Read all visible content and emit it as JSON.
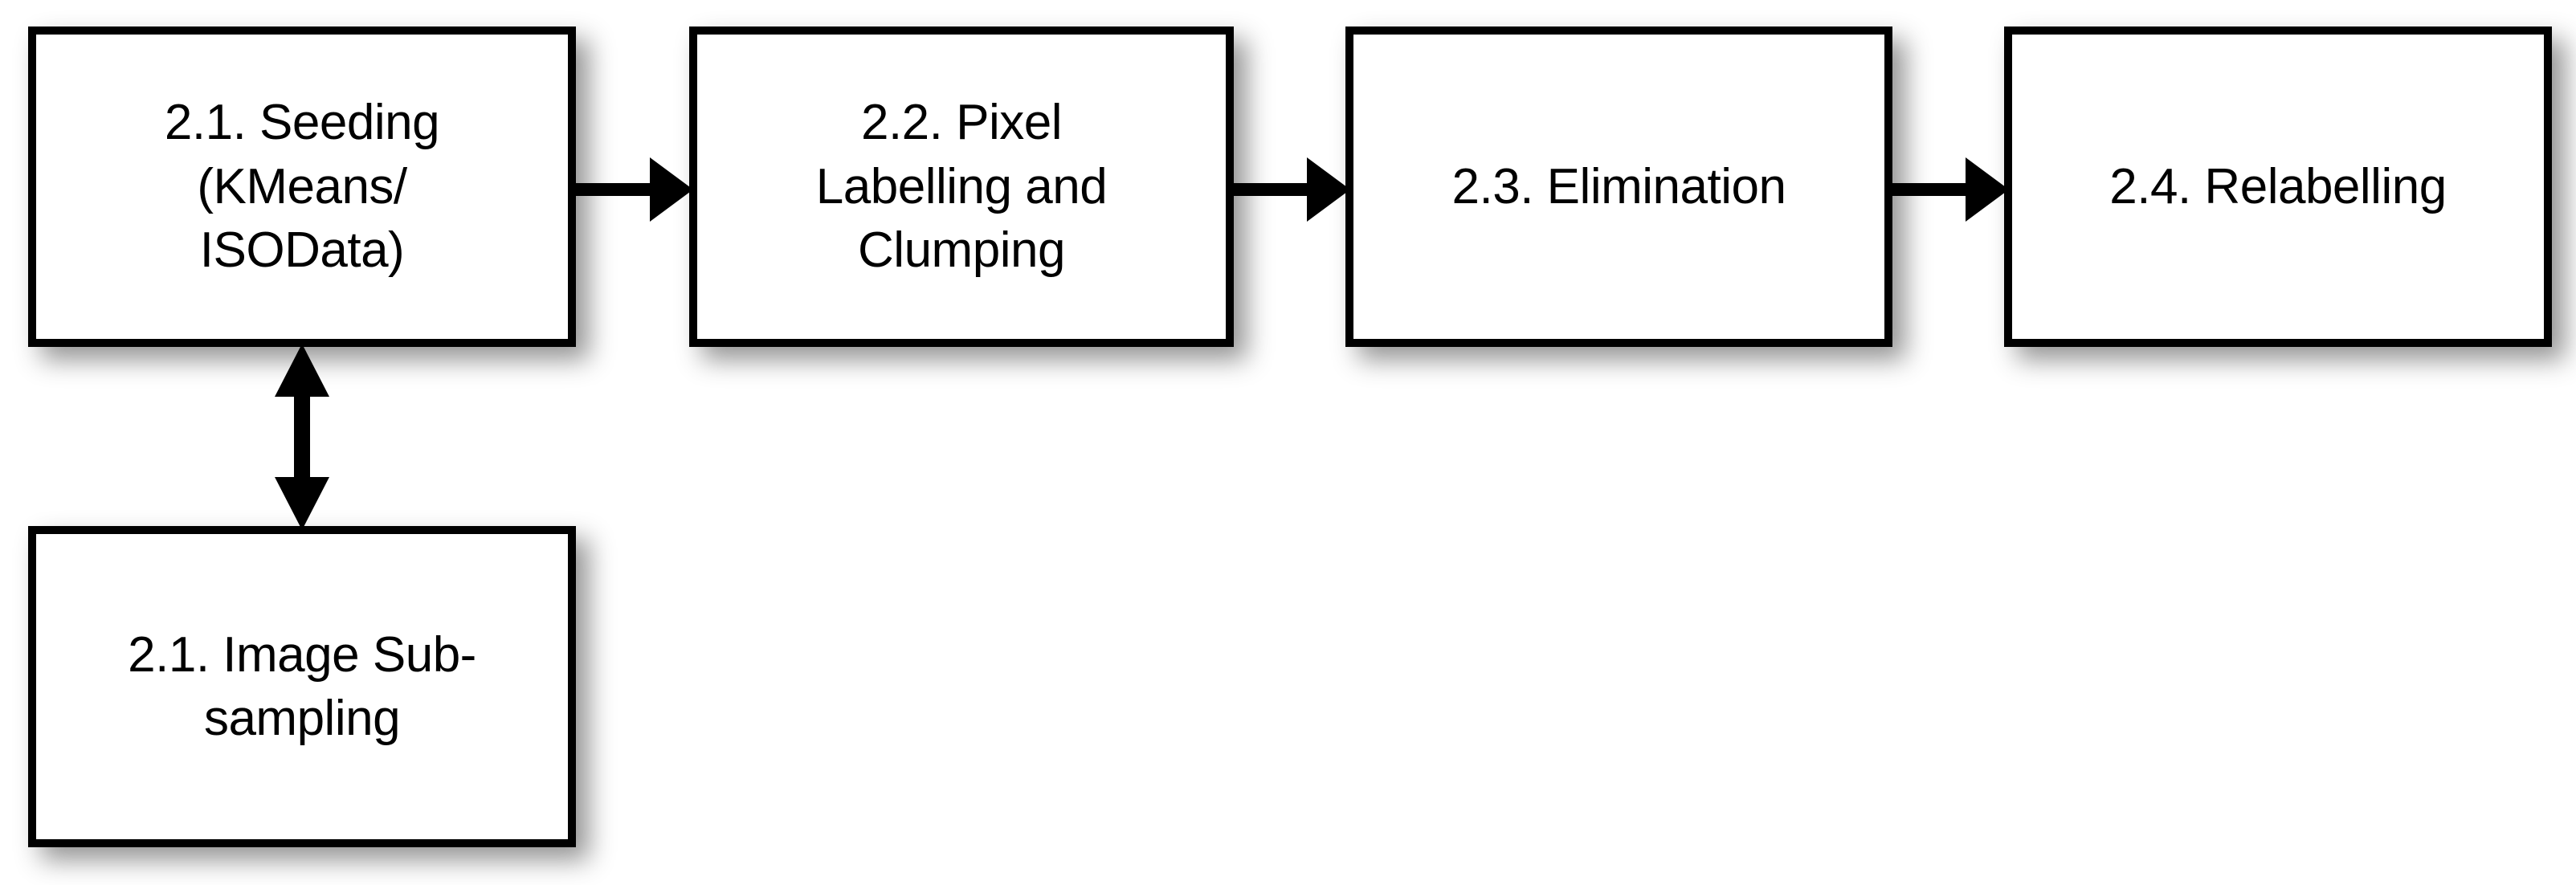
{
  "diagram": {
    "type": "flowchart",
    "orientation": "left-to-right pipeline with one vertical feedback link",
    "nodes": [
      {
        "id": "seeding",
        "label": "2.1. Seeding\n(KMeans/\nISOData)",
        "shape": "rectangle"
      },
      {
        "id": "labelling",
        "label": "2.2. Pixel\nLabelling and\nClumping",
        "shape": "rectangle"
      },
      {
        "id": "elimination",
        "label": "2.3. Elimination",
        "shape": "rectangle"
      },
      {
        "id": "relabelling",
        "label": "2.4. Relabelling",
        "shape": "rectangle"
      },
      {
        "id": "subsampling",
        "label": "2.1. Image Sub-\nsampling",
        "shape": "rectangle"
      }
    ],
    "edges": [
      {
        "id": "seeding-to-labelling",
        "from": "seeding",
        "to": "labelling",
        "direction": "single",
        "orientation": "horizontal"
      },
      {
        "id": "labelling-to-elimination",
        "from": "labelling",
        "to": "elimination",
        "direction": "single",
        "orientation": "horizontal"
      },
      {
        "id": "elimination-to-relabelling",
        "from": "elimination",
        "to": "relabelling",
        "direction": "single",
        "orientation": "horizontal"
      },
      {
        "id": "seeding-subsampling",
        "from": "subsampling",
        "to": "seeding",
        "direction": "double",
        "orientation": "vertical"
      }
    ],
    "colors": {
      "background": "#ffffff",
      "node_fill": "#ffffff",
      "node_border": "#000000",
      "text": "#000000",
      "arrow": "#000000",
      "shadow": "rgba(0,0,0,0.42)"
    }
  }
}
